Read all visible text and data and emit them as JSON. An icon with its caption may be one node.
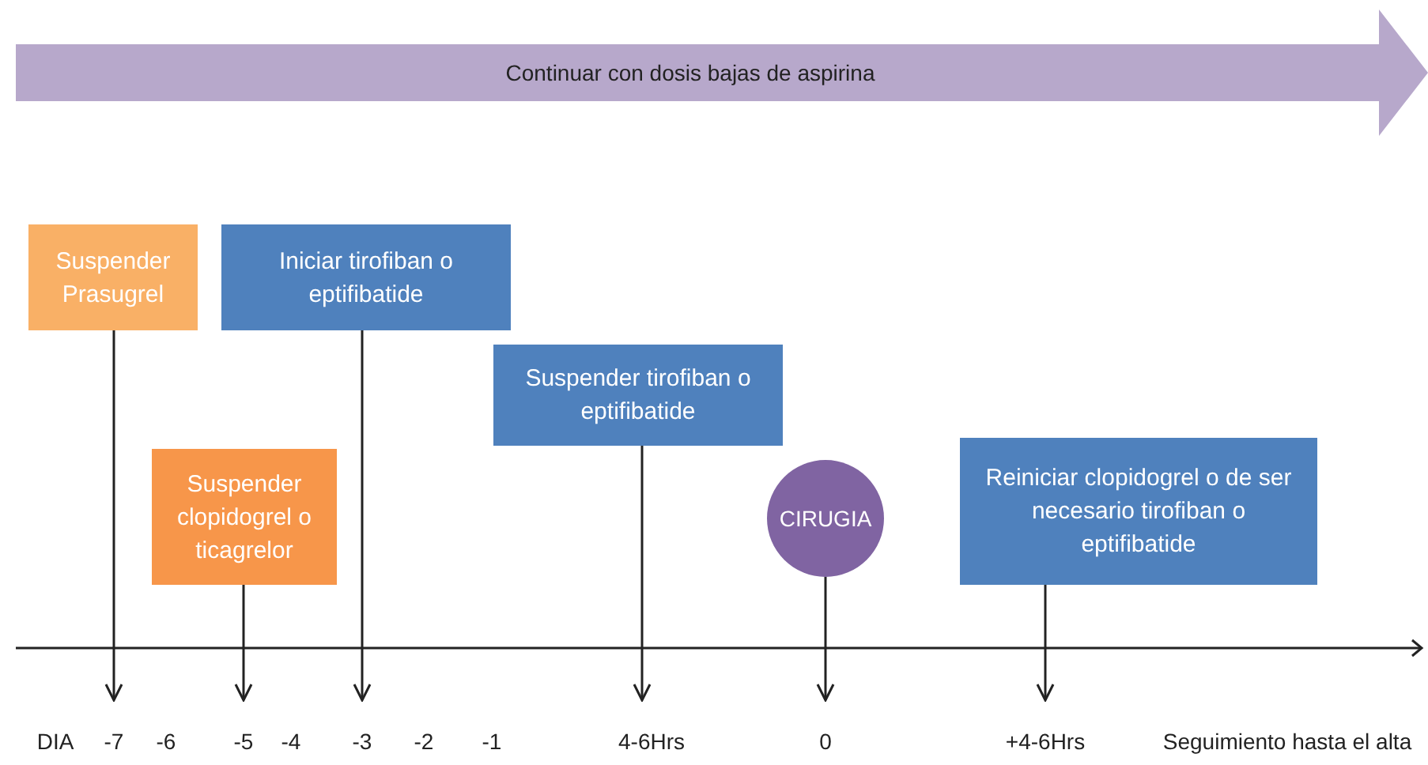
{
  "diagram": {
    "nodes": [
      {
        "text": [
          "Continuar con dosis bajas de aspirina"
        ]
      },
      {
        "text": [
          "Suspender Prasugrel"
        ]
      },
      {
        "text": [
          "Iniciar tirofiban o eptifibatide"
        ]
      },
      {
        "text": [
          "Suspender tirofiban o eptifibatide"
        ]
      },
      {
        "text": [
          "Suspender clopidogrel o ticagrelor"
        ]
      },
      {
        "text": [
          "CIRUGIA"
        ]
      },
      {
        "text": [
          "Reiniciar clopidogrel o de ser necesario tirofiban o eptifibatide"
        ]
      }
    ],
    "edges": [
      {
        "from": 1,
        "to": null,
        "arrow": "to"
      },
      {
        "from": 4,
        "to": null,
        "arrow": "to"
      },
      {
        "from": 2,
        "to": null,
        "arrow": "to"
      },
      {
        "from": 3,
        "to": null,
        "arrow": "to"
      },
      {
        "from": 5,
        "to": null,
        "arrow": "to"
      },
      {
        "from": 6,
        "to": null,
        "arrow": "to"
      }
    ],
    "labels": [
      "DIA",
      "-7",
      "-6",
      "-5",
      "-4",
      "-3",
      "-2",
      "-1",
      "4-6Hrs",
      "0",
      "+4-6Hrs",
      "Seguimiento hasta el alta"
    ]
  }
}
